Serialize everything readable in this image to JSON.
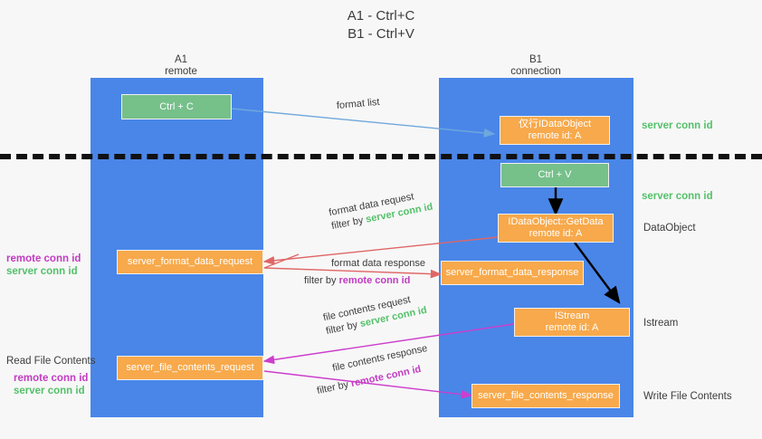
{
  "title": {
    "line1": "A1 - Ctrl+C",
    "line2": "B1 - Ctrl+V"
  },
  "columns": [
    {
      "name": "A1",
      "sub": "remote"
    },
    {
      "name": "B1",
      "sub": "connection"
    }
  ],
  "nodes": {
    "ctrl_c": "Ctrl + C",
    "ctrl_v": "Ctrl + V",
    "idataobject_top_l1": "仅行IDataObject",
    "idataobject_top_l2": "remote id: A",
    "getdata_l1": "IDataObject::GetData",
    "getdata_l2": "remote id: A",
    "istream_l1": "IStream",
    "istream_l2": "remote id: A",
    "server_format_data_request": "server_format_data_request",
    "server_format_data_response": "server_format_data_response",
    "server_file_contents_request": "server_file_contents_request",
    "server_file_contents_response": "server_file_contents_response"
  },
  "edges": {
    "format_list": "format list",
    "format_data_request": "format data request",
    "format_data_request_filter_pre": "filter by ",
    "format_data_request_filter_key": "server conn id",
    "format_data_response": "format data response",
    "format_data_response_filter_pre": "filter by ",
    "format_data_response_filter_key": "remote conn id",
    "file_contents_request": "file contents request",
    "file_contents_request_filter_pre": "filter by ",
    "file_contents_request_filter_key": "server conn id",
    "file_contents_response": "file contents response",
    "file_contents_response_filter_pre": "filter by ",
    "file_contents_response_filter_key": "remote conn id"
  },
  "right_labels": {
    "server_conn_id_top": "server conn id",
    "server_conn_id_mid": "server conn id",
    "dataobject": "DataObject",
    "istream": "Istream",
    "write_file_contents": "Write File Contents"
  },
  "left_labels": {
    "remote_conn_id_1": "remote conn id",
    "server_conn_id_1": "server conn id",
    "read_file_contents": "Read File Contents",
    "remote_conn_id_2": "remote conn id",
    "server_conn_id_2": "server conn id"
  },
  "colors": {
    "column": "#4a86e8",
    "node_orange": "#f7a94b",
    "node_green": "#76c08a",
    "arrow_blue": "#6fa8dc",
    "arrow_red": "#e06666",
    "arrow_magenta": "#cc3ecc",
    "arrow_black": "#000000",
    "green_text": "#54c06a",
    "magenta_text": "#c23bc2",
    "background": "#f7f7f7"
  }
}
